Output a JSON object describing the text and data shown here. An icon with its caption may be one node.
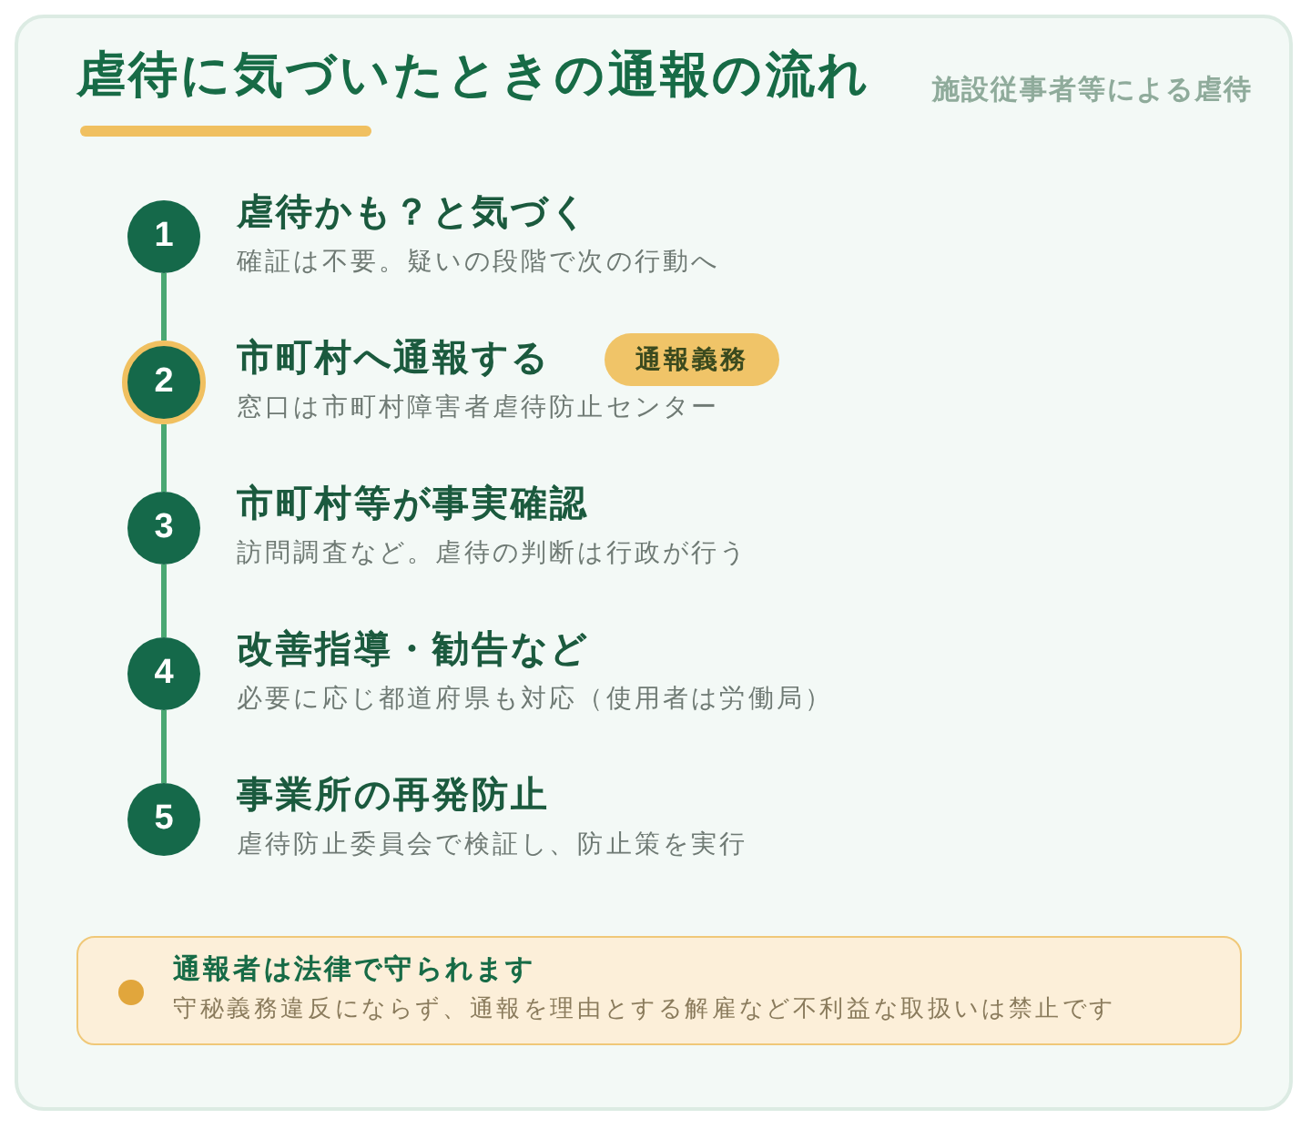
{
  "diagram": {
    "title": "虐待に気づいたときの通報の流れ",
    "nodes": [
      {
        "text": [
          "1"
        ],
        "beside": [
          "虐待かも？と気づく",
          "確証は不要。疑いの段階で次の行動へ"
        ]
      },
      {
        "text": [
          "2"
        ],
        "beside": [
          "市町村へ通報する",
          "窓口は市町村障害者虐待防止センター"
        ]
      },
      {
        "text": [
          "通報義務"
        ]
      },
      {
        "text": [
          "3"
        ],
        "beside": [
          "市町村等が事実確認",
          "訪問調査など。虐待の判断は行政が行う"
        ]
      },
      {
        "text": [
          "4"
        ],
        "beside": [
          "改善指導・勧告など",
          "必要に応じ都道府県も対応（使用者は労働局）"
        ]
      },
      {
        "text": [
          "5"
        ],
        "beside": [
          "事業所の再発防止",
          "虐待防止委員会で検証し、防止策を実行"
        ]
      },
      {
        "text": [
          "通報者は法律で守られます",
          "守秘義務違反にならず、通報を理由とする解雇など不利益な取扱いは禁止です"
        ]
      }
    ],
    "edges": [
      {
        "from": 0,
        "to": 1,
        "arrow": "none"
      },
      {
        "from": 1,
        "to": 3,
        "arrow": "none"
      },
      {
        "from": 3,
        "to": 4,
        "arrow": "none"
      },
      {
        "from": 4,
        "to": 5,
        "arrow": "none"
      }
    ],
    "labels": [
      "施設従事者等による虐待"
    ]
  }
}
